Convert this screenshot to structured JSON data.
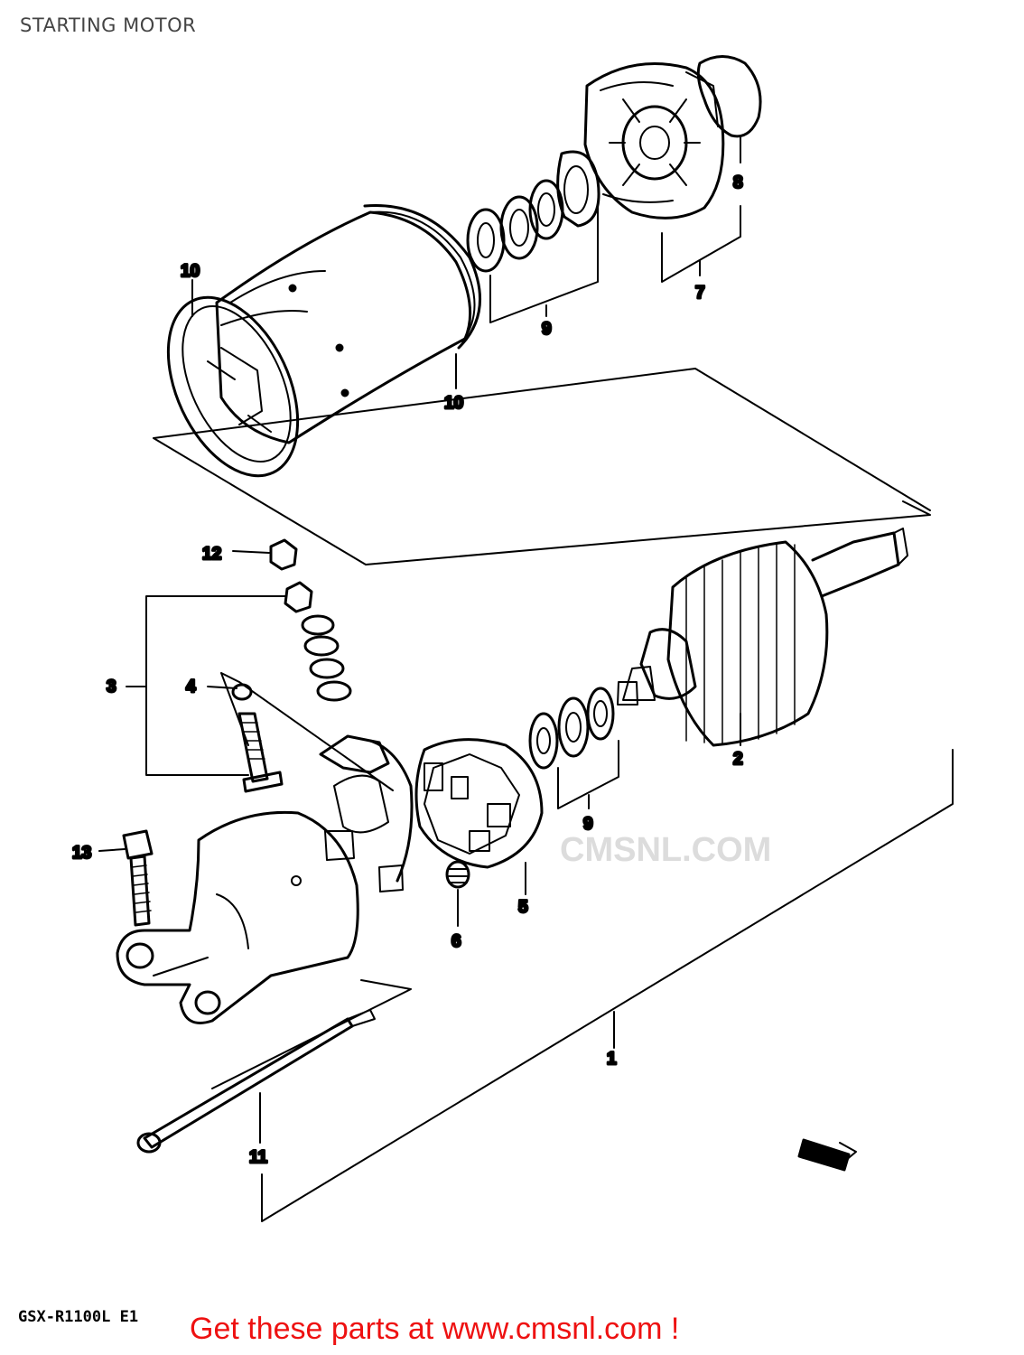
{
  "header": {
    "title": "STARTING MOTOR"
  },
  "footer": {
    "model_code": "GSX-R1100L E1",
    "cta": "Get these parts at www.cmsnl.com !"
  },
  "watermark": {
    "text": "CMSNL.COM"
  },
  "callouts": [
    {
      "id": "c1",
      "label": "1"
    },
    {
      "id": "c2",
      "label": "2"
    },
    {
      "id": "c3",
      "label": "3"
    },
    {
      "id": "c4",
      "label": "4"
    },
    {
      "id": "c5",
      "label": "5"
    },
    {
      "id": "c6",
      "label": "6"
    },
    {
      "id": "c7",
      "label": "7"
    },
    {
      "id": "c8",
      "label": "8"
    },
    {
      "id": "c9a",
      "label": "9"
    },
    {
      "id": "c9b",
      "label": "9"
    },
    {
      "id": "c10a",
      "label": "10"
    },
    {
      "id": "c10b",
      "label": "10"
    },
    {
      "id": "c11",
      "label": "11"
    },
    {
      "id": "c12",
      "label": "12"
    },
    {
      "id": "c13",
      "label": "13"
    }
  ],
  "colors": {
    "line": "#000000",
    "cta": "#ee1111",
    "title": "#444444",
    "watermark": "#dcdcdc"
  }
}
